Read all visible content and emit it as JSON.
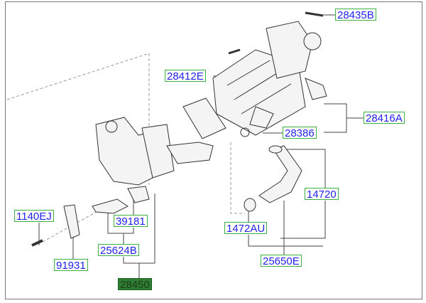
{
  "labels": {
    "p28435B": "28435B",
    "p28412E": "28412E",
    "p28416A": "28416A",
    "p28386": "28386",
    "p14720": "14720",
    "p1140EJ": "1140EJ",
    "p39181": "39181",
    "p1472AU": "1472AU",
    "p25624B": "25624B",
    "p91931": "91931",
    "p25650E": "25650E",
    "p28450": "28450"
  },
  "colors": {
    "label_text": "#2222ee",
    "label_border": "#3cb043",
    "selected_fill": "#2e7d32"
  }
}
